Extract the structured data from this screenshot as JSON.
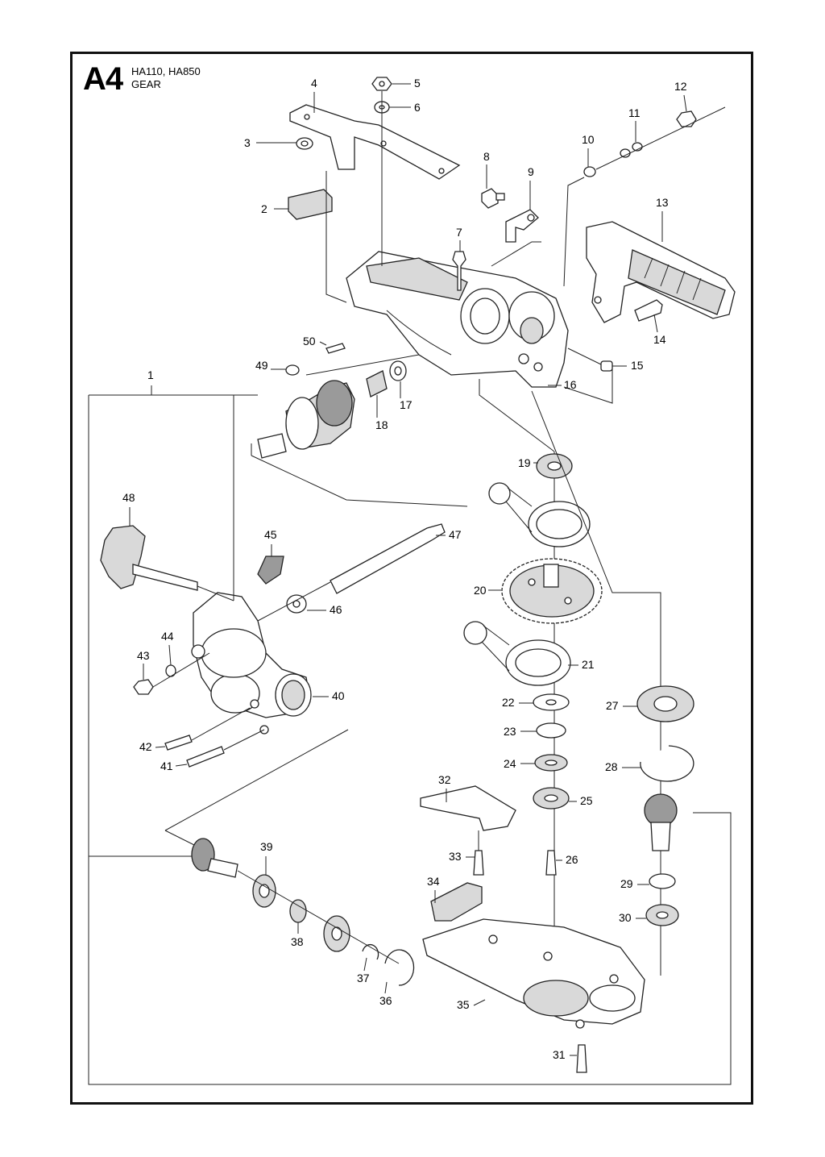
{
  "header": {
    "section_id": "A4",
    "models": "HA110, HA850",
    "group": "GEAR"
  },
  "parts": [
    {
      "num": "1"
    },
    {
      "num": "2"
    },
    {
      "num": "3"
    },
    {
      "num": "4"
    },
    {
      "num": "5"
    },
    {
      "num": "6"
    },
    {
      "num": "7"
    },
    {
      "num": "8"
    },
    {
      "num": "9"
    },
    {
      "num": "10"
    },
    {
      "num": "11"
    },
    {
      "num": "12"
    },
    {
      "num": "13"
    },
    {
      "num": "14"
    },
    {
      "num": "15"
    },
    {
      "num": "16"
    },
    {
      "num": "17"
    },
    {
      "num": "18"
    },
    {
      "num": "19"
    },
    {
      "num": "20"
    },
    {
      "num": "21"
    },
    {
      "num": "22"
    },
    {
      "num": "23"
    },
    {
      "num": "24"
    },
    {
      "num": "25"
    },
    {
      "num": "26"
    },
    {
      "num": "27"
    },
    {
      "num": "28"
    },
    {
      "num": "29"
    },
    {
      "num": "30"
    },
    {
      "num": "31"
    },
    {
      "num": "32"
    },
    {
      "num": "33"
    },
    {
      "num": "34"
    },
    {
      "num": "35"
    },
    {
      "num": "36"
    },
    {
      "num": "37"
    },
    {
      "num": "38"
    },
    {
      "num": "39"
    },
    {
      "num": "40"
    },
    {
      "num": "41"
    },
    {
      "num": "42"
    },
    {
      "num": "43"
    },
    {
      "num": "44"
    },
    {
      "num": "45"
    },
    {
      "num": "46"
    },
    {
      "num": "47"
    },
    {
      "num": "48"
    },
    {
      "num": "49"
    },
    {
      "num": "50"
    }
  ]
}
